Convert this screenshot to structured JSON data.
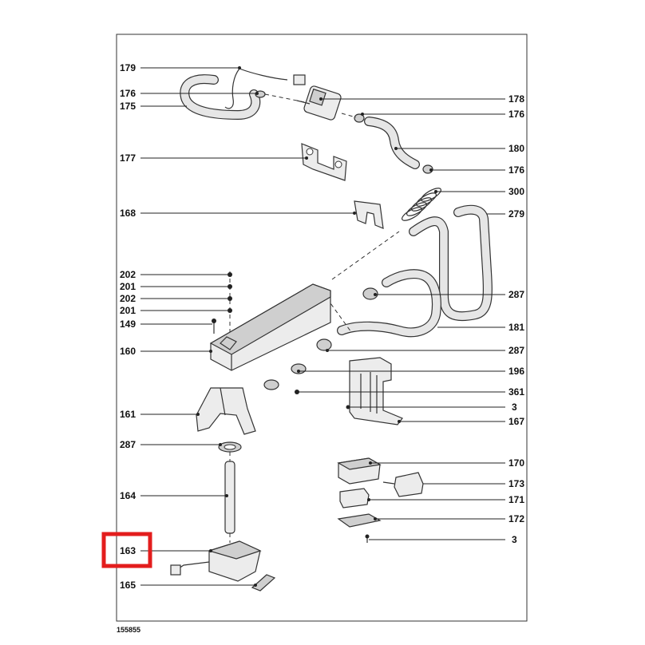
{
  "labels": {
    "l179": "179",
    "l176a": "176",
    "l175": "175",
    "l178": "178",
    "l176b": "176",
    "l180": "180",
    "l177": "177",
    "l176c": "176",
    "l300": "300",
    "l168": "168",
    "l279": "279",
    "l202a": "202",
    "l201a": "201",
    "l202b": "202",
    "l201b": "201",
    "l287a": "287",
    "l149": "149",
    "l181": "181",
    "l160": "160",
    "l287b": "287",
    "l196": "196",
    "l361": "361",
    "l161": "161",
    "l3a": "3",
    "l167": "167",
    "l287c": "287",
    "l170": "170",
    "l173": "173",
    "l164": "164",
    "l171": "171",
    "l172": "172",
    "l3b": "3",
    "l163": "163",
    "l165": "165"
  },
  "footer": {
    "drawing_number": "155855"
  },
  "highlight": {
    "color": "#e31d1d"
  }
}
